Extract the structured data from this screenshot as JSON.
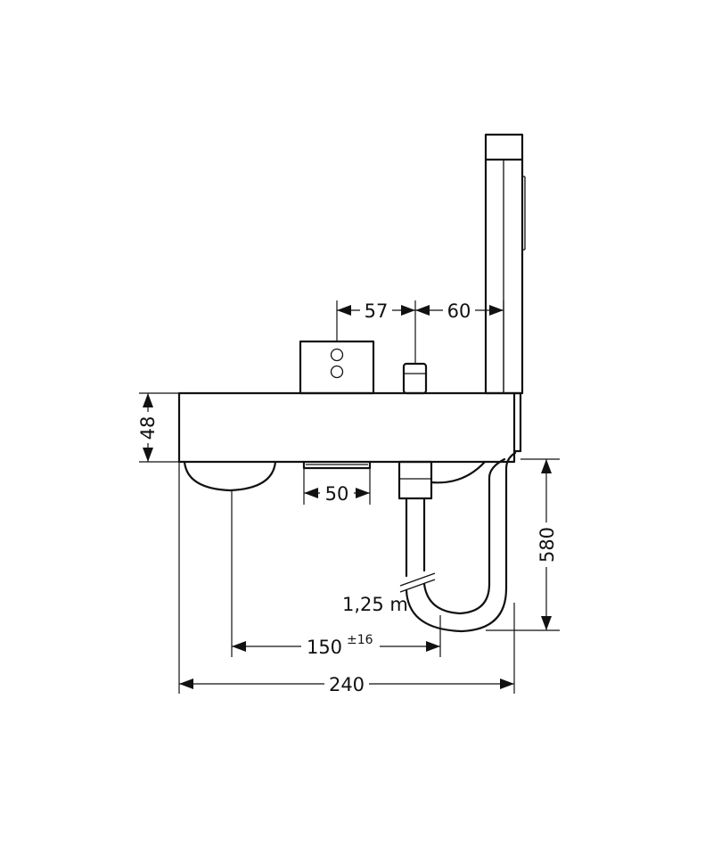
{
  "dimensions": {
    "d57": "57",
    "d60": "60",
    "d48": "48",
    "d50": "50",
    "d580": "580",
    "d150": "150",
    "d150_tol": "±16",
    "d240": "240",
    "hose_length": "1,25 m"
  }
}
